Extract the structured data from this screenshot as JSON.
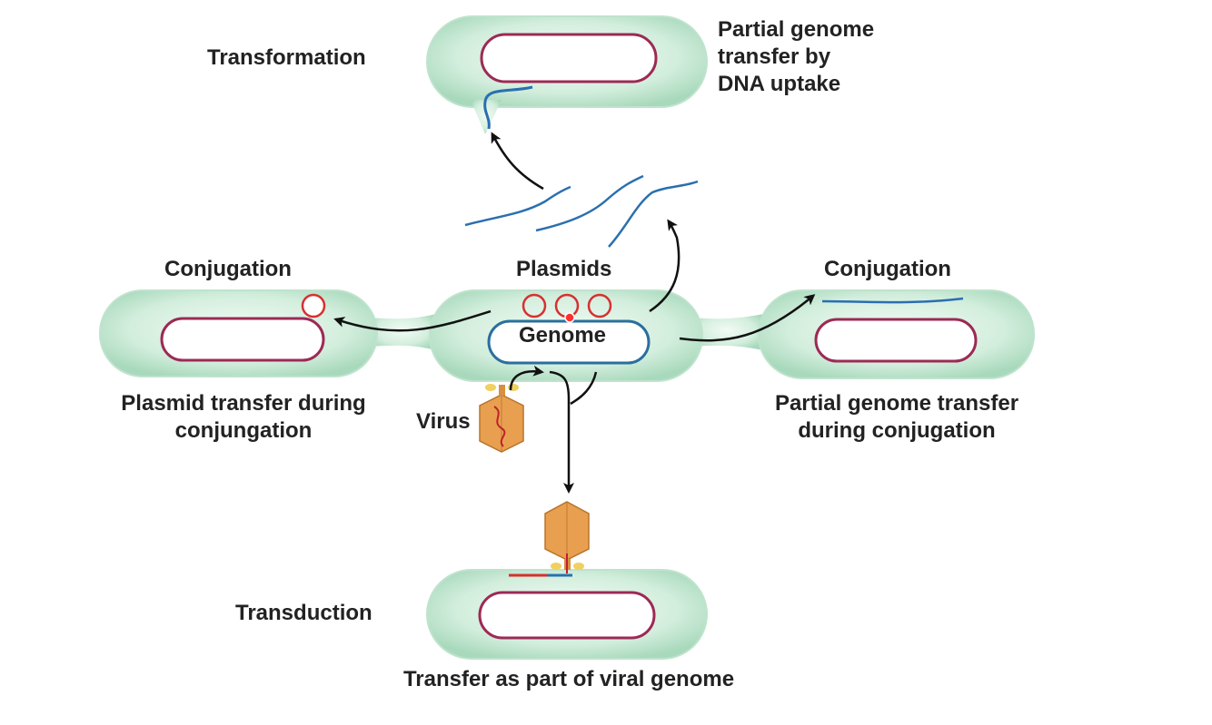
{
  "labels": {
    "transformation": "Transformation",
    "transformation_desc": [
      "Partial genome",
      "transfer by",
      "DNA uptake"
    ],
    "conjugation_left": "Conjugation",
    "plasmids": "Plasmids",
    "conjugation_right": "Conjugation",
    "genome": "Genome",
    "plasmid_transfer_desc": [
      "Plasmid transfer during",
      "conjungation"
    ],
    "partial_genome_desc": [
      "Partial genome transfer",
      "during conjugation"
    ],
    "virus": "Virus",
    "transduction": "Transduction",
    "transduction_desc": "Transfer as part of viral genome"
  },
  "colors": {
    "cell_fill": "#cdebd8",
    "cell_edge": "#8fc9a8",
    "genome_ring": "#9c2a55",
    "central_genome_ring": "#2a6f9f",
    "dna_strand": "#2a6fb0",
    "plasmid": "#d63030",
    "virus_body": "#e8a050",
    "virus_tail": "#f0d060",
    "arrow": "#111111",
    "text": "#222222"
  },
  "icons": [
    "virus-icon",
    "virus-icon"
  ]
}
